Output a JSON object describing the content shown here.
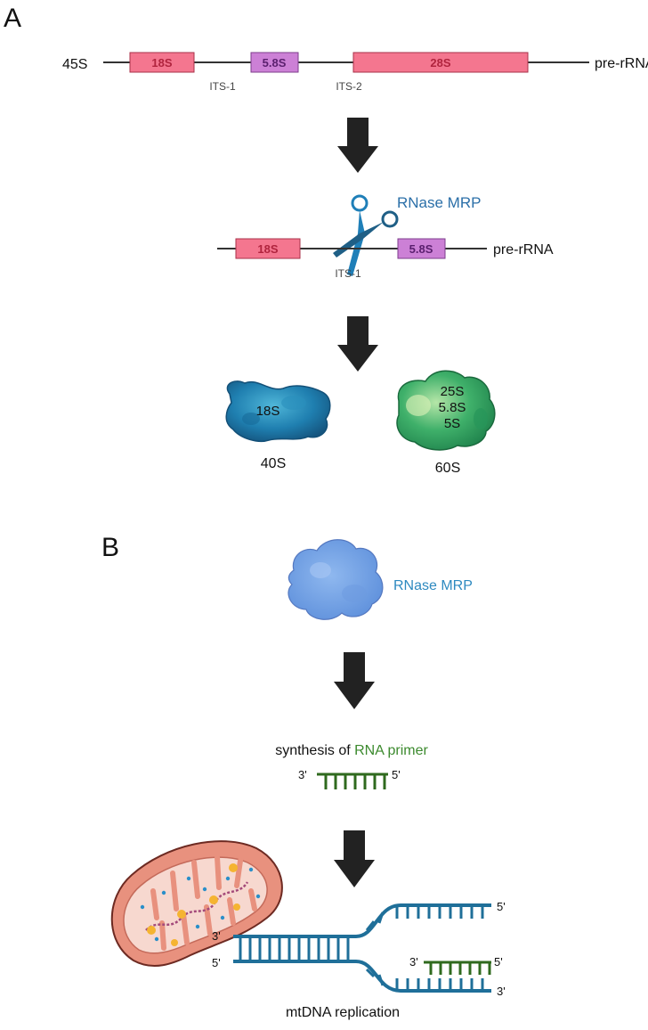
{
  "panel_a": {
    "label": "A",
    "top_strand": {
      "left_label": "45S",
      "right_label": "pre-rRNA",
      "segments": [
        "18S",
        "5.8S",
        "28S"
      ],
      "spacers": [
        "ITS-1",
        "ITS-2"
      ]
    },
    "enzyme_label": "RNase MRP",
    "cleaved_strand": {
      "right_label": "pre-rRNA",
      "segments": [
        "18S",
        "5.8S"
      ],
      "spacer": "ITS-1"
    },
    "small_subunit": {
      "inner": "18S",
      "caption": "40S"
    },
    "large_subunit": {
      "inner": [
        "25S",
        "5.8S",
        "5S"
      ],
      "caption": "60S"
    }
  },
  "panel_b": {
    "label": "B",
    "enzyme_label": "RNase MRP",
    "synthesis_prefix": "synthesis of ",
    "synthesis_highlight": "RNA primer",
    "primer_left": "3'",
    "primer_right": "5'",
    "fork_left_top": "3'",
    "fork_left_bottom": "5'",
    "fork_top_right": "5'",
    "fork_primer_left": "3'",
    "fork_primer_right": "5'",
    "fork_bottom_right": "3'",
    "caption": "mtDNA replication"
  },
  "colors": {
    "pink_box": "#f4768f",
    "pink_text": "#b0243e",
    "purple_box": "#cc80d6",
    "purple_text": "#5a1f6e",
    "enzyme_text": "#2b6fa8",
    "scissors": "#1f7fb8",
    "primer_green": "#2f6a1e",
    "dna_blue": "#1f6f99",
    "arrow": "#222222"
  }
}
